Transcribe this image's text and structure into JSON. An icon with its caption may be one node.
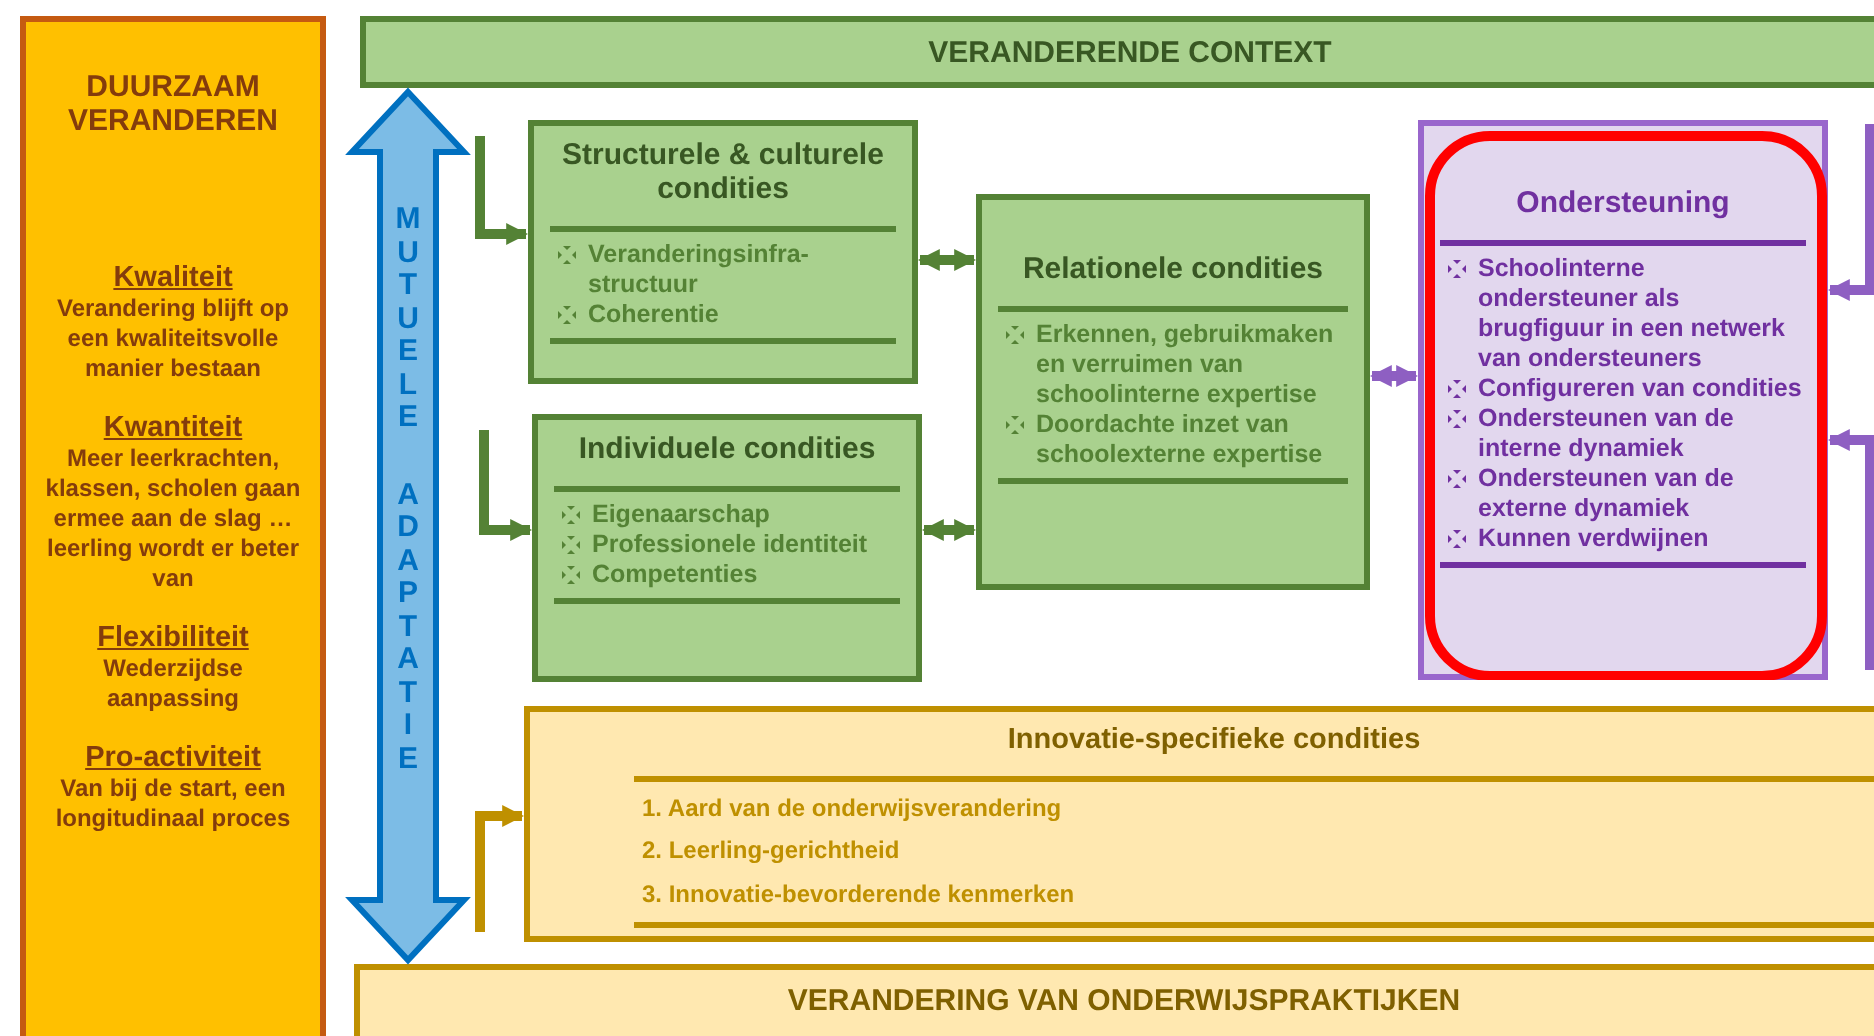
{
  "diagram": {
    "nodes": [
      {
        "text": [
          "DUURZAAM VERANDEREN",
          "Kwaliteit",
          "Verandering blijft op een kwaliteitsvolle manier bestaan",
          "Kwantiteit",
          "Meer leerkrachten, klassen, scholen gaan ermee aan de slag … leerling wordt er beter van",
          "Flexibiliteit",
          "Wederzijdse aanpassing",
          "Pro-activiteit",
          "Van bij de start, een longitudinaal proces"
        ]
      },
      {
        "text": [
          "VERANDERENDE CONTEXT"
        ]
      },
      {
        "text": [
          "Structurele & culturele condities",
          "Veranderingsinfra-structuur",
          "Coherentie"
        ]
      },
      {
        "text": [
          "Individuele condities",
          "Eigenaarschap",
          "Professionele identiteit",
          "Competenties"
        ]
      },
      {
        "text": [
          "Relationele condities",
          "Erkennen, gebruikmaken en verruimen van schoolinterne expertise",
          "Doordachte inzet van schoolexterne expertise"
        ]
      },
      {
        "text": [
          "Ondersteuning",
          "Schoolinterne ondersteuner als brugfiguur in een netwerk van ondersteuners",
          "Configureren van condities",
          "Ondersteunen van de interne dynamiek",
          "Ondersteunen van de externe dynamiek",
          "Kunnen verdwijnen"
        ]
      },
      {
        "text": [
          "Innovatie-specifieke condities",
          "1. Aard van de onderwijsverandering",
          "2. Leerling-gerichtheid",
          "3. Innovatie-bevorderende kenmerken"
        ]
      },
      {
        "text": [
          "VERANDERING VAN ONDERWIJSPRAKTIJKEN"
        ]
      }
    ],
    "edges": [
      {
        "from": 1,
        "to": 7,
        "arrow": "both",
        "label": "MUTUELE ADAPTATIE",
        "style": "thick",
        "color": "#0070c0"
      },
      {
        "from": null,
        "to": 2,
        "arrow": "to"
      },
      {
        "from": null,
        "to": 3,
        "arrow": "to"
      },
      {
        "from": null,
        "to": 6,
        "arrow": "to",
        "color": "#bf9000"
      },
      {
        "from": 2,
        "to": 4,
        "arrow": "both"
      },
      {
        "from": 3,
        "to": 4,
        "arrow": "both"
      },
      {
        "from": 4,
        "to": 5,
        "arrow": "both",
        "color": "#8e5fc2"
      },
      {
        "from": null,
        "to": 5,
        "arrow": "to",
        "color": "#8e5fc2"
      },
      {
        "from": null,
        "to": 5,
        "arrow": "to",
        "color": "#8e5fc2"
      }
    ]
  }
}
